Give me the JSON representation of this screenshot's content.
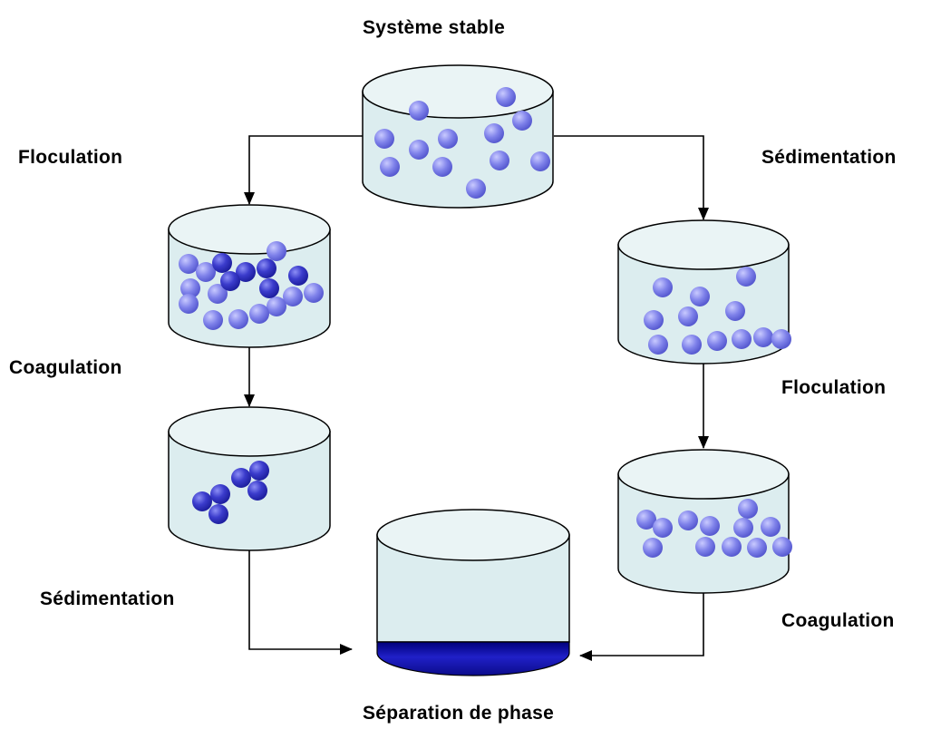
{
  "labels": {
    "top": "Système stable",
    "left_1": "Floculation",
    "left_2": "Coagulation",
    "left_3": "Sédimentation",
    "right_1": "Sédimentation",
    "right_2": "Floculation",
    "right_3": "Coagulation",
    "bottom": "Séparation de phase"
  },
  "colors": {
    "container_fill": "#dcedef",
    "container_top": "#eaf4f5",
    "outline": "#000000",
    "particle": "#7b7ee6",
    "particle_dark": "#3a3bc9",
    "sediment": "#1a1ab8",
    "arrow": "#000000"
  }
}
